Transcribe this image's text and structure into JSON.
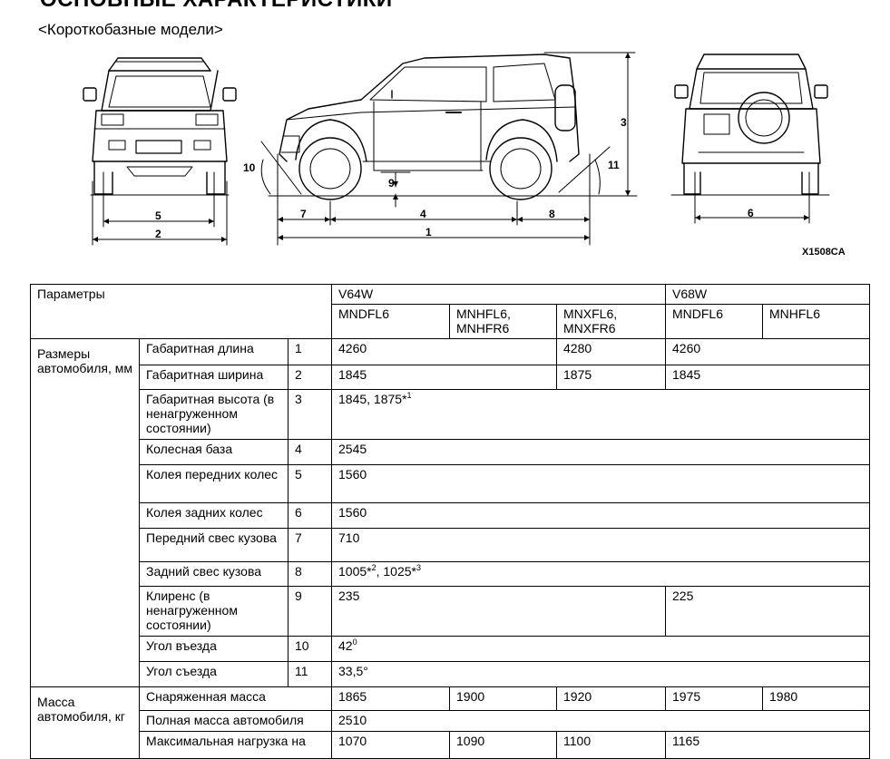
{
  "page": {
    "heading": "ОСНОВНЫЕ ХАРАКТЕРИСТИКИ",
    "subtitle": "<Короткобазные модели>",
    "figure_code": "X1508CA"
  },
  "diagram": {
    "labels": {
      "d1": "1",
      "d2": "2",
      "d3": "3",
      "d4": "4",
      "d5": "5",
      "d6": "6",
      "d7": "7",
      "d8": "8",
      "d9": "9",
      "d10": "10",
      "d11": "11"
    }
  },
  "table": {
    "header": {
      "params": "Параметры",
      "group_v64w": "V64W",
      "group_v68w": "V68W",
      "model_1": "MNDFL6",
      "model_2": "MNHFL6,\nMNHFR6",
      "model_3": "MNXFL6,\nMNXFR6",
      "model_4": "MNDFL6",
      "model_5": "MNHFL6"
    },
    "section_dimensions": "Размеры автомобиля, мм",
    "section_mass": "Масса автомобиля, кг",
    "rows": {
      "length": {
        "label": "Габаритная длина",
        "num": "1",
        "v1": "4260",
        "v2": "4280",
        "v3": "4260"
      },
      "width": {
        "label": "Габаритная ширина",
        "num": "2",
        "v1": "1845",
        "v2": "1875",
        "v3": "1845"
      },
      "height": {
        "label": "Габаритная высота (в ненагруженном состоянии)",
        "num": "3",
        "v1": "1845, 1875*",
        "v1_sup": "1"
      },
      "wheelbase": {
        "label": "Колесная база",
        "num": "4",
        "v1": "2545"
      },
      "front_track": {
        "label": "Колея передних колес",
        "num": "5",
        "v1": "1560"
      },
      "rear_track": {
        "label": "Колея задних колес",
        "num": "6",
        "v1": "1560"
      },
      "front_overhang": {
        "label": "Передний свес кузова",
        "num": "7",
        "v1": "710"
      },
      "rear_overhang": {
        "label": "Задний свес кузова",
        "num": "8",
        "v1a": "1005*",
        "v1a_sup": "2",
        "v1b": ", 1025*",
        "v1b_sup": "3"
      },
      "clearance": {
        "label": "Клиренс (в ненагруженном состоянии)",
        "num": "9",
        "v1": "235",
        "v2": "225"
      },
      "approach_angle": {
        "label": "Угол въезда",
        "num": "10",
        "v1": "42",
        "v1_sup": "0"
      },
      "departure_angle": {
        "label": "Угол съезда",
        "num": "11",
        "v1": "33,5°"
      },
      "curb_mass": {
        "label": "Снаряженная масса",
        "v1": "1865",
        "v2": "1900",
        "v3": "1920",
        "v4": "1975",
        "v5": "1980"
      },
      "gross_mass": {
        "label": "Полная масса автомобиля",
        "v1": "2510"
      },
      "max_load": {
        "label": "Максимальная нагрузка на",
        "v1": "1070",
        "v2": "1090",
        "v3": "1100",
        "v4": "1165"
      }
    }
  }
}
